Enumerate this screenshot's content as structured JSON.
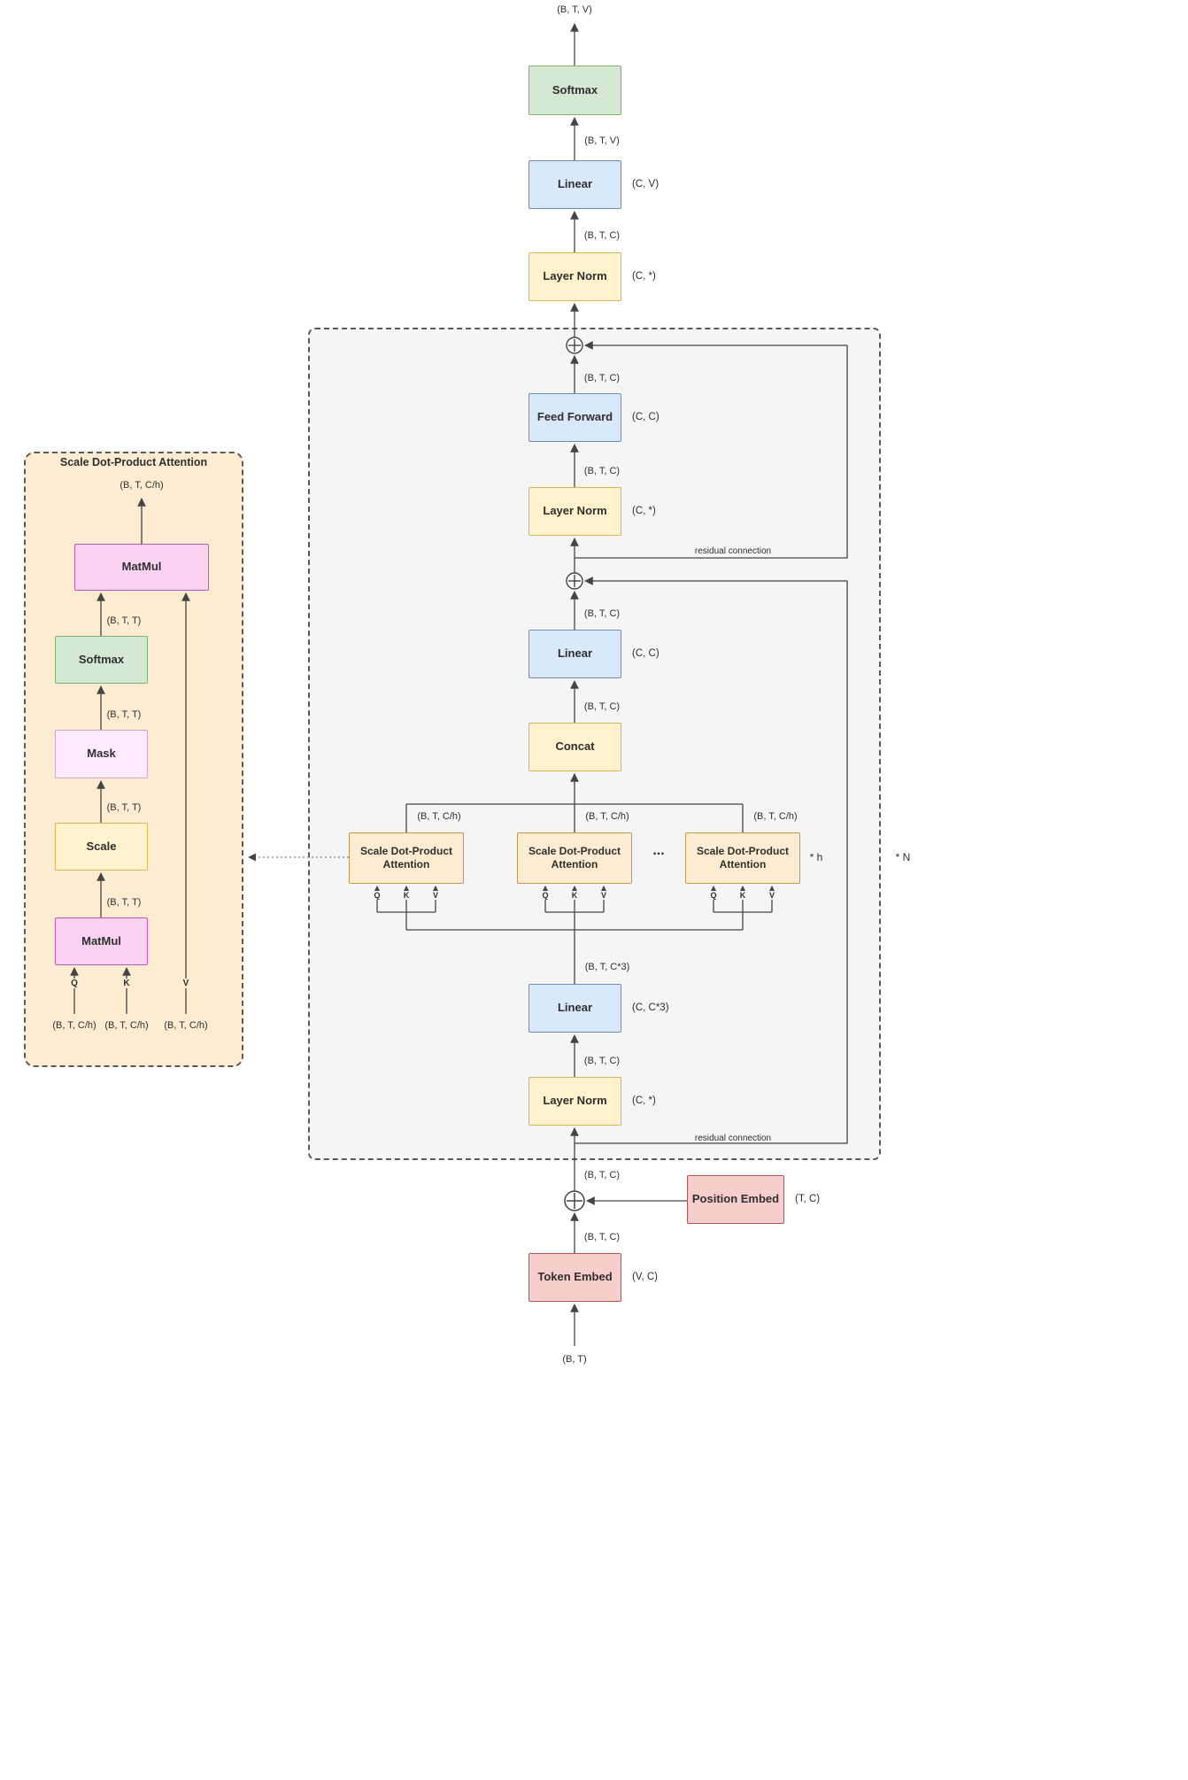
{
  "palette": {
    "green_fill": "#d5e8d4",
    "green_stroke": "#82b366",
    "blue_fill": "#dae8fc",
    "blue_stroke": "#6c8ebf",
    "yellow_fill": "#fff2cc",
    "yellow_stroke": "#d6b656",
    "red_fill": "#f8cecc",
    "red_stroke": "#b85450",
    "orange_fill": "#feecd2",
    "orange_stroke": "#c49a4a",
    "pink_fill": "#fad2f2",
    "pink_stroke": "#c45ab2",
    "lilac_fill": "#fdeafd",
    "lilac_stroke": "#d1a3d1",
    "block_background": "#f5f5f5",
    "line": "#444444"
  },
  "nodes": {
    "softmax": "Softmax",
    "linear": "Linear",
    "layer_norm": "Layer Norm",
    "feed_forward": "Feed Forward",
    "concat": "Concat",
    "attention": "Scale Dot-Product Attention",
    "token_embed": "Token Embed",
    "position_embed": "Position Embed",
    "matmul": "MatMul",
    "mask": "Mask",
    "scale": "Scale"
  },
  "shapes": {
    "bt": "(B, T)",
    "btc": "(B, T, C)",
    "btv": "(B, T, V)",
    "btc3": "(B, T, C*3)",
    "btch": "(B, T, C/h)",
    "btt": "(B, T, T)",
    "cv": "(C, V)",
    "cstar": "(C, *)",
    "cc": "(C, C)",
    "cc3": "(C, C*3)",
    "tc": "(T, C)",
    "vc": "(V, C)"
  },
  "annotations": {
    "residual": "residual connection",
    "times_h": "* h",
    "times_n": "* N",
    "ellipsis": "...",
    "q": "Q",
    "k": "K",
    "v": "V"
  },
  "detail": {
    "title": "Scale Dot-Product Attention"
  }
}
